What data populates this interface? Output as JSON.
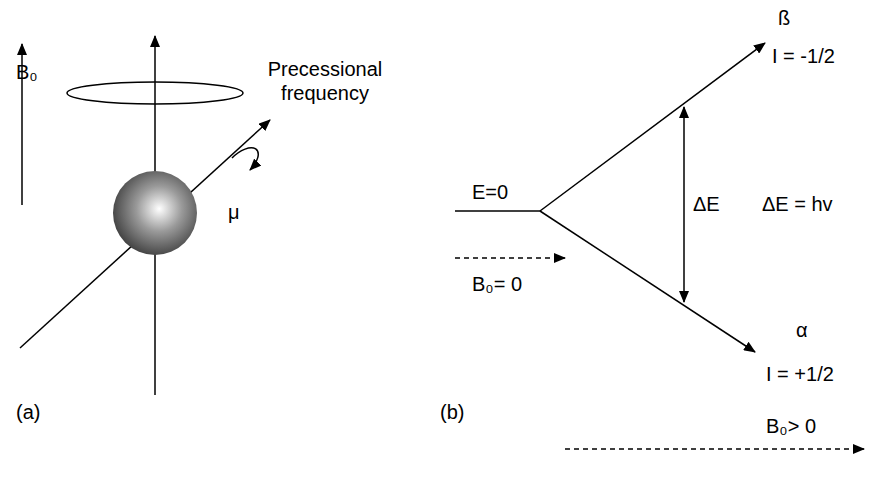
{
  "diagram": {
    "labels": [
      "B₀",
      "Precessional frequency",
      "μ",
      "(a)",
      "E=0",
      "B₀= 0",
      "ΔE",
      "ΔE = hv",
      "ß",
      "I = -1/2",
      "α",
      "I = +1/2",
      "B₀> 0",
      "(b)"
    ]
  }
}
